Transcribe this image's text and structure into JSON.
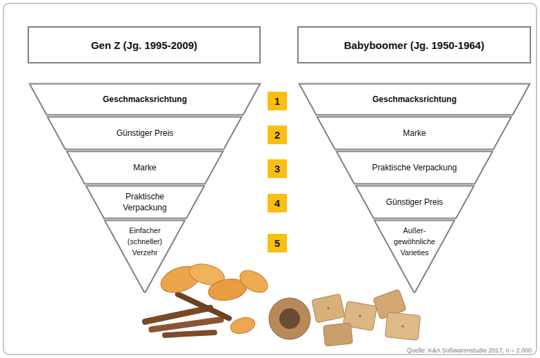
{
  "diagram": {
    "caption": "Quelle: K&A Süßwarenstudie 2017, n = 2.000",
    "nodes": [
      {
        "text": [
          "Gen Z (Jg. 1995-2009)"
        ]
      },
      {
        "text": [
          "Geschmacksrichtung"
        ]
      },
      {
        "text": [
          "Günstiger Preis"
        ]
      },
      {
        "text": [
          "Marke"
        ]
      },
      {
        "text": [
          "Praktische Verpackung"
        ]
      },
      {
        "text": [
          "Einfacher (schneller) Verzehr"
        ]
      },
      {
        "text": [
          "1"
        ]
      },
      {
        "text": [
          "2"
        ]
      },
      {
        "text": [
          "3"
        ]
      },
      {
        "text": [
          "4"
        ]
      },
      {
        "text": [
          "5"
        ]
      },
      {
        "text": [
          "Babyboomer (Jg. 1950-1964)"
        ]
      },
      {
        "text": [
          "Geschmacksrichtung"
        ]
      },
      {
        "text": [
          "Marke"
        ]
      },
      {
        "text": [
          "Praktische Verpackung"
        ]
      },
      {
        "text": [
          "Günstiger Preis"
        ]
      },
      {
        "text": [
          "Außer- gewöhnliche Varieties"
        ]
      }
    ]
  }
}
